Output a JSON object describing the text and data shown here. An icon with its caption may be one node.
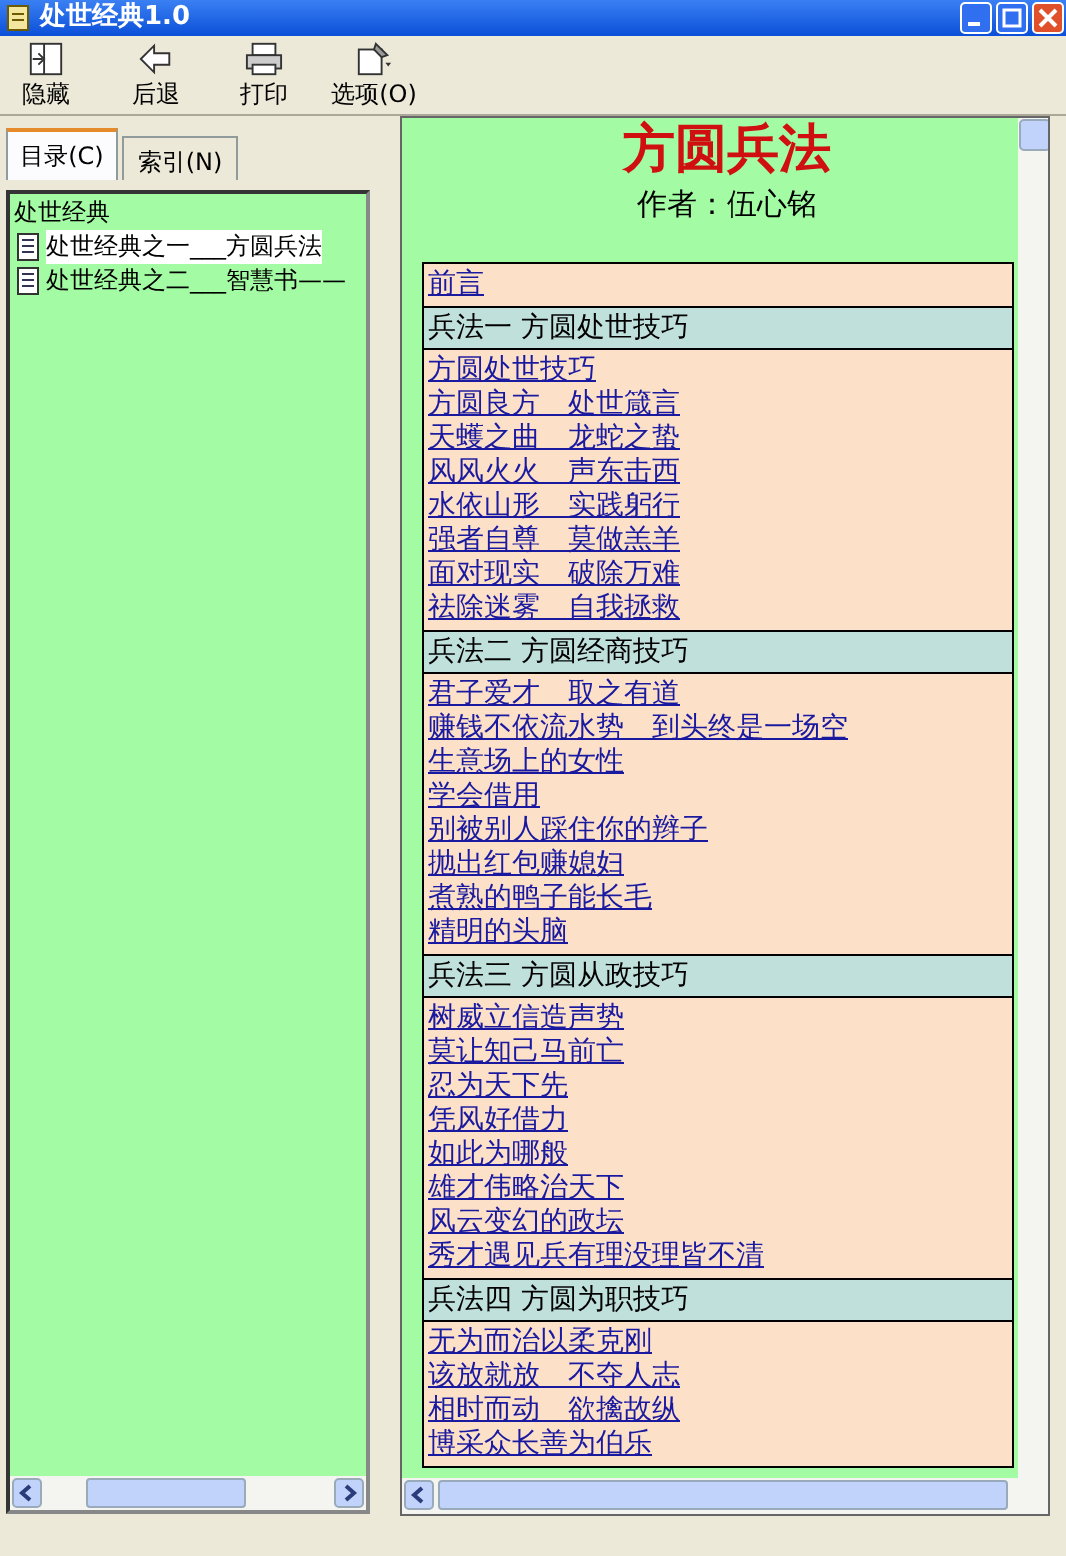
{
  "diagram": {
    "title": "处世经典1.0",
    "nodes": [
      {
        "text": [
          "隐藏"
        ]
      },
      {
        "text": [
          "后退"
        ]
      },
      {
        "text": [
          "打印"
        ]
      },
      {
        "text": [
          "选项(O)"
        ]
      },
      {
        "text": [
          "目录(C)"
        ]
      },
      {
        "text": [
          "索引(N)"
        ]
      },
      {
        "text": [
          "处世经典"
        ]
      },
      {
        "text": [
          "处世经典之一___方圆兵法"
        ],
        "in": 6
      },
      {
        "text": [
          "处世经典之二___智慧书——"
        ],
        "in": 6
      },
      {
        "text": [
          "方圆兵法",
          "作者：伍心铭"
        ]
      },
      {
        "text": [],
        "shape": "box",
        "in": 9
      },
      {
        "text": [
          "前言"
        ],
        "in": 10
      },
      {
        "text": [
          "兵法一 方圆处世技巧"
        ],
        "in": 10
      },
      {
        "text": [
          "方圆处世技巧",
          "方圆良方　处世箴言",
          "天蠖之曲　龙蛇之蛰",
          "风风火火　声东击西",
          "水依山形　实践躬行",
          "强者自尊　莫做羔羊",
          "面对现实　破除万难",
          "祛除迷雾　自我拯救"
        ],
        "in": 10
      },
      {
        "text": [
          "兵法二 方圆经商技巧"
        ],
        "in": 10
      },
      {
        "text": [
          "君子爱才　取之有道",
          "赚钱不依流水势　到头终是一场空",
          "生意场上的女性",
          "学会借用",
          "别被别人踩住你的辫子",
          "抛出红包赚媳妇",
          "煮熟的鸭子能长毛",
          "精明的头脑"
        ],
        "in": 10
      },
      {
        "text": [
          "兵法三 方圆从政技巧"
        ],
        "in": 10
      },
      {
        "text": [
          "树威立信造声势",
          "莫让知己马前亡",
          "忍为天下先",
          "凭风好借力",
          "如此为哪般",
          "雄才伟略治天下",
          "风云变幻的政坛",
          "秀才遇见兵有理没理皆不清"
        ],
        "in": 10
      },
      {
        "text": [
          "兵法四 方圆为职技巧"
        ],
        "in": 10
      },
      {
        "text": [
          "无为而治以柔克刚",
          "该放就放　不夺人志",
          "相时而动　欲擒故纵",
          "博采众长善为伯乐"
        ],
        "in": 10
      }
    ]
  }
}
